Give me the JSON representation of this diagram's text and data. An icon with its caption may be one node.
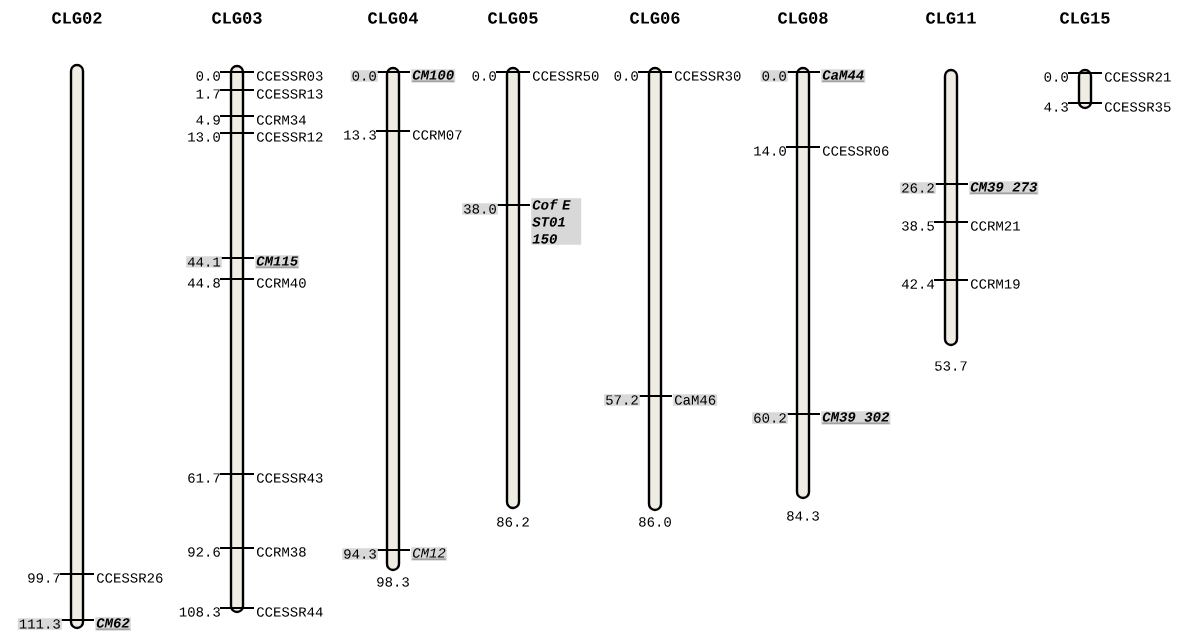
{
  "diagram": {
    "nodes": [
      {
        "text": [
          "CLG02"
        ]
      },
      {
        "text": [
          "CLG03"
        ]
      },
      {
        "text": [
          "CLG04"
        ],
        "beside": [
          "98.3"
        ]
      },
      {
        "text": [
          "CLG05"
        ],
        "beside": [
          "86.2"
        ]
      },
      {
        "text": [
          "CLG06"
        ],
        "beside": [
          "86.0"
        ]
      },
      {
        "text": [
          "CLG08"
        ],
        "beside": [
          "84.3"
        ]
      },
      {
        "text": [
          "CLG11"
        ],
        "beside": [
          "53.7"
        ]
      },
      {
        "text": [
          "CLG15"
        ]
      }
    ],
    "labels": [
      "99.7",
      "CCESSR26",
      "111.3",
      "CM62",
      "0.0",
      "CCESSR03",
      "1.7",
      "CCESSR13",
      "4.9",
      "CCRM34",
      "13.0",
      "CCESSR12",
      "44.1",
      "CM115",
      "44.8",
      "CCRM40",
      "61.7",
      "CCESSR43",
      "92.6",
      "CCRM38",
      "108.3",
      "CCESSR44",
      "0.0",
      "CM100",
      "13.3",
      "CCRM07",
      "94.3",
      "CM12",
      "0.0",
      "CCESSR50",
      "38.0",
      "Cof E ST01 150",
      "0.0",
      "CCESSR30",
      "57.2",
      "CaM46",
      "0.0",
      "CaM44",
      "14.0",
      "CCESSR06",
      "60.2",
      "CM39 302",
      "26.2",
      "CM39 273",
      "38.5",
      "CCRM21",
      "42.4",
      "CCRM19",
      "0.0",
      "CCESSR21",
      "4.3",
      "CCESSR35"
    ]
  }
}
